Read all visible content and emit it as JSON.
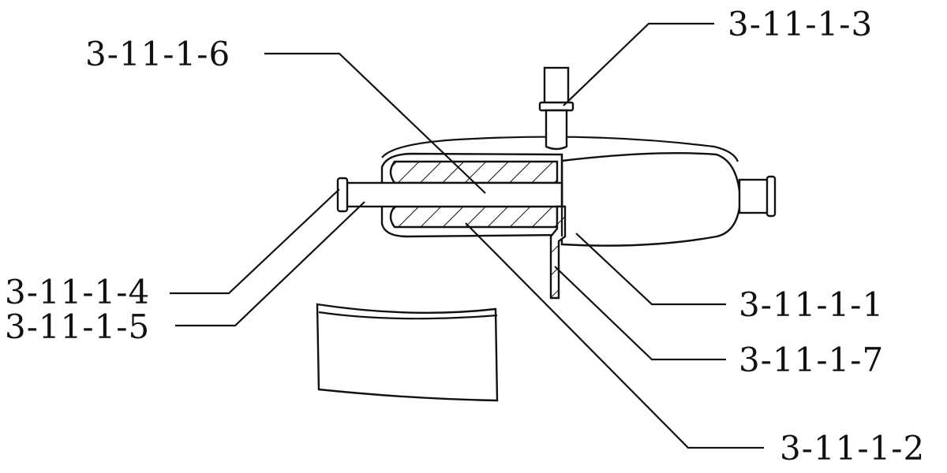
{
  "labels": {
    "l_3": "3-11-1-3",
    "l_6": "3-11-1-6",
    "l_4": "3-11-1-4",
    "l_5": "3-11-1-5",
    "l_1": "3-11-1-1",
    "l_7": "3-11-1-7",
    "l_2": "3-11-1-2"
  },
  "colors": {
    "line": "#111111",
    "background": "#ffffff"
  }
}
